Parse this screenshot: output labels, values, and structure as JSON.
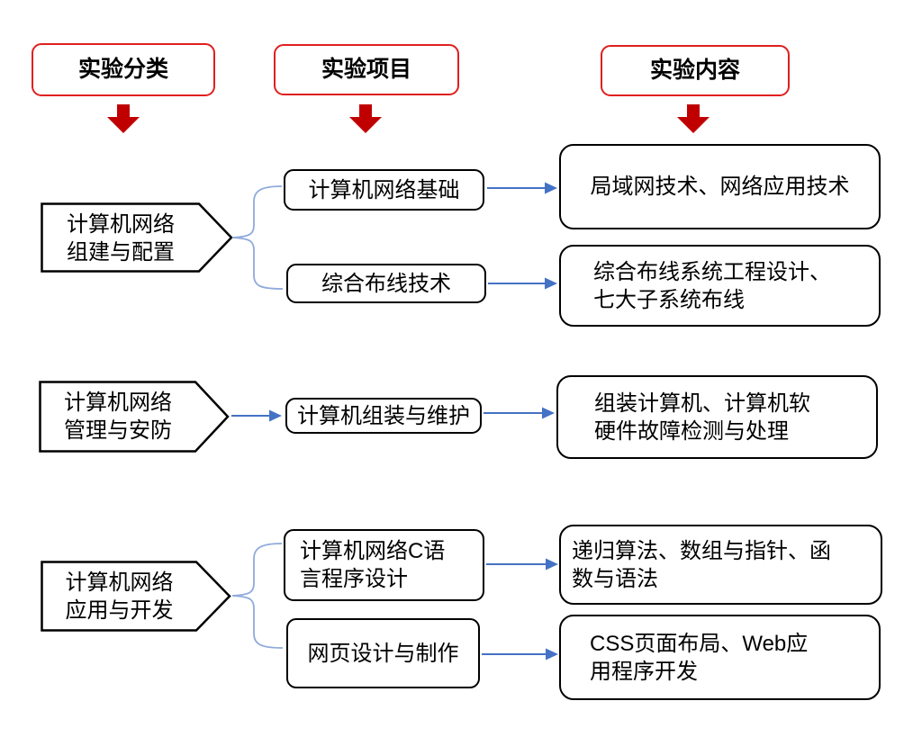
{
  "headers": [
    {
      "label": "实验分类"
    },
    {
      "label": "实验项目"
    },
    {
      "label": "实验内容"
    }
  ],
  "groups": [
    {
      "category": "计算机网络\n组建与配置",
      "projects": [
        {
          "name": "计算机网络基础",
          "content": "局域网技术、网络应用技术"
        },
        {
          "name": "综合布线技术",
          "content": "综合布线系统工程设计、\n七大子系统布线"
        }
      ]
    },
    {
      "category": "计算机网络\n管理与安防",
      "projects": [
        {
          "name": "计算机组装与维护",
          "content": "组装计算机、计算机软\n硬件故障检测与处理"
        }
      ]
    },
    {
      "category": "计算机网络\n应用与开发",
      "projects": [
        {
          "name": "计算机网络C语\n言程序设计",
          "content": "递归算法、数组与指针、函\n数与语法"
        },
        {
          "name": "网页设计与制作",
          "content": "CSS页面布局、Web应\n用程序开发"
        }
      ]
    }
  ],
  "icons": {
    "header_pointer": "red-down-arrow",
    "flow_arrow": "blue-right-arrow",
    "branch_connector": "blue-curly-brace"
  },
  "colors": {
    "header_border_red": "#e01f1f",
    "arrow_red": "#c00000",
    "connector_blue": "#4472c4",
    "brace_blue": "#8faadc",
    "shape_border": "#000000",
    "background": "#ffffff"
  }
}
